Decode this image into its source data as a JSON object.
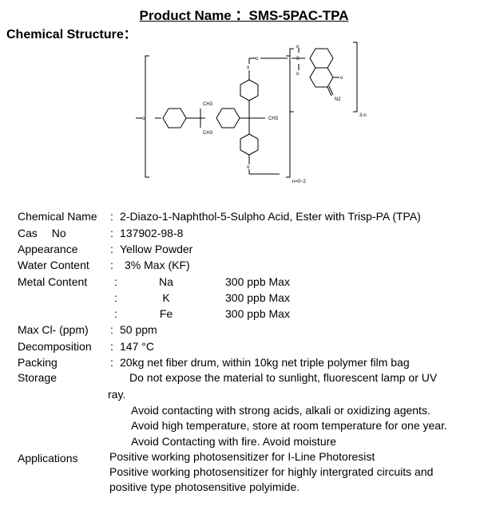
{
  "title": "Product Name ：SMS-5PAC-TPA",
  "structure_label": "Chemical Structure：",
  "structure": {
    "o": "o",
    "s": "S",
    "ch3": "CH3",
    "n2": "N2",
    "three_n": "3-n",
    "n_total": "n=0~2"
  },
  "fields": {
    "chemical_name": {
      "label": "Chemical Name",
      "value": "2-Diazo-1-Naphthol-5-Sulpho Acid, Ester with Trisp-PA (TPA)"
    },
    "cas": {
      "label": "Cas No",
      "value": "137902-98-8"
    },
    "appearance": {
      "label": "Appearance",
      "value": "Yellow Powder"
    },
    "water_content": {
      "label": "Water Content",
      "value": "3% Max (KF)"
    },
    "metal_content": {
      "label": "Metal Content",
      "rows": [
        {
          "metal": "Na",
          "spec": "300 ppb Max"
        },
        {
          "metal": "K",
          "spec": "300 ppb Max"
        },
        {
          "metal": "Fe",
          "spec": "300 ppb Max"
        }
      ]
    },
    "max_cl": {
      "label": "Max Cl- (ppm)",
      "value": "50 ppm"
    },
    "decomposition": {
      "label": "Decomposition",
      "value": "147 °C"
    },
    "packing": {
      "label": "Packing",
      "value": "20kg net fiber drum, within 10kg net triple polymer film bag"
    },
    "storage": {
      "label": "Storage",
      "line1": "Do not expose the material to sunlight, fluorescent lamp or UV",
      "line1_cont": "ray.",
      "line2": "Avoid contacting with strong acids, alkali or oxidizing agents.",
      "line3": "Avoid high temperature, store at room temperature for one year.",
      "line4": "Avoid Contacting with fire. Avoid moisture"
    },
    "applications": {
      "label": "Applications",
      "line1": "Positive working photosensitizer for I-Line Photoresist",
      "line2": "Positive working photosensitizer for highly intergrated circuits and",
      "line3": "positive type photosensitive polyimide."
    }
  },
  "colon": ":"
}
